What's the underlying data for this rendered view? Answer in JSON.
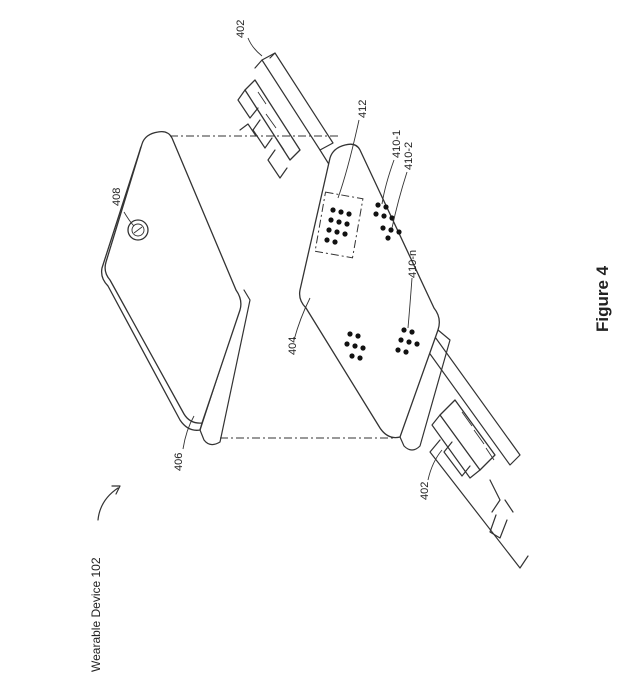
{
  "labels": {
    "band_top": "402",
    "band_bottom": "402",
    "sensor_area": "412",
    "sensor_1": "410-1",
    "sensor_2": "410-2",
    "sensor_n": "410-n",
    "inner_face": "404",
    "button": "408",
    "housing": "406"
  },
  "figure_caption": "Figure 4",
  "device_label": "Wearable Device 102",
  "colors": {
    "ink": "#333333",
    "dots": "#111111",
    "background": "#ffffff"
  }
}
